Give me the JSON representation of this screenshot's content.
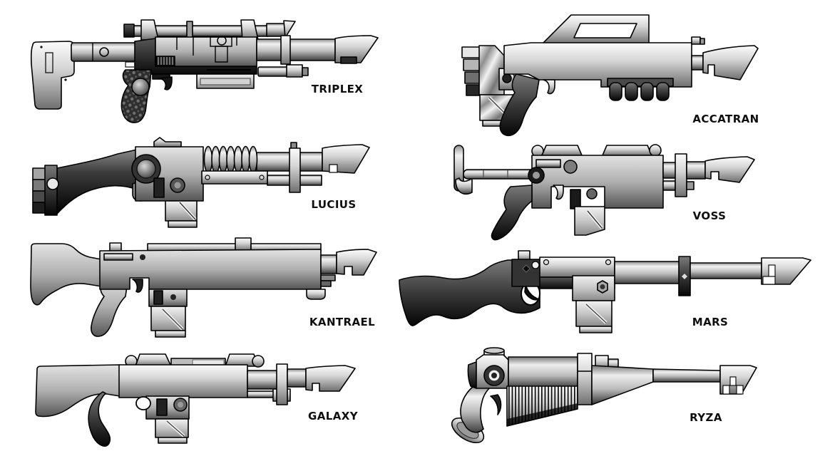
{
  "page": {
    "background_color": "#ffffff",
    "ink_color": "#000000",
    "metal_light": "#d6d6d6",
    "metal_dark": "#1a1a1a"
  },
  "figures": [
    {
      "id": "triplex",
      "label": "TRIPLEX"
    },
    {
      "id": "accatran",
      "label": "ACCATRAN"
    },
    {
      "id": "lucius",
      "label": "LUCIUS"
    },
    {
      "id": "voss",
      "label": "VOSS"
    },
    {
      "id": "kantrael",
      "label": "KANTRAEL"
    },
    {
      "id": "mars",
      "label": "MARS"
    },
    {
      "id": "galaxy",
      "label": "GALAXY"
    },
    {
      "id": "ryza",
      "label": "RYZA"
    }
  ]
}
